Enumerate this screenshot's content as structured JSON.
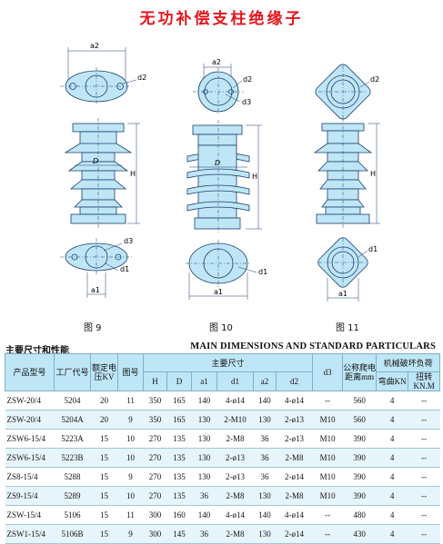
{
  "title": "无功补偿支柱绝缘子",
  "figure_labels": [
    "图 9",
    "图 10",
    "图 11"
  ],
  "dims": {
    "a2": "a2",
    "d2": "d2",
    "d3": "d3",
    "D": "D",
    "H": "H",
    "d1": "d1",
    "a1": "a1"
  },
  "section": {
    "cn": "主要尺寸和性能",
    "en": "MAIN DIMENSIONS AND STANDARD PARTICULARS"
  },
  "table": {
    "h_model": "产品型号",
    "h_code": "工厂代号",
    "h_voltage": "额定电压KV",
    "h_fig": "图号",
    "h_main": "主要尺寸",
    "h_creep": "公称爬电距离mm",
    "h_load": "机械破坏负荷",
    "sub": [
      "H",
      "D",
      "a1",
      "d1",
      "a2",
      "d2",
      "d3"
    ],
    "h_bend": "弯曲KN",
    "h_twist": "扭转KN.M",
    "rows": [
      [
        "ZSW-20/4",
        "5204",
        "20",
        "11",
        "350",
        "165",
        "140",
        "4-ø14",
        "140",
        "4-ø14",
        "--",
        "560",
        "4",
        "--"
      ],
      [
        "ZSW-20/4",
        "5204A",
        "20",
        "9",
        "350",
        "165",
        "130",
        "2-M10",
        "130",
        "2-ø13",
        "M10",
        "560",
        "4",
        "--"
      ],
      [
        "ZSW6-15/4",
        "5223A",
        "15",
        "10",
        "270",
        "135",
        "130",
        "2-M8",
        "36",
        "2-ø13",
        "M10",
        "390",
        "4",
        "--"
      ],
      [
        "ZSW6-15/4",
        "5223B",
        "15",
        "10",
        "270",
        "135",
        "130",
        "2-ø13",
        "36",
        "2-M8",
        "M10",
        "390",
        "4",
        "--"
      ],
      [
        "ZS8-15/4",
        "5288",
        "15",
        "9",
        "270",
        "135",
        "130",
        "2-ø13",
        "36",
        "2-ø14",
        "M10",
        "390",
        "4",
        "--"
      ],
      [
        "ZS9-15/4",
        "5289",
        "15",
        "10",
        "270",
        "135",
        "36",
        "2-M8",
        "130",
        "2-M8",
        "M10",
        "390",
        "4",
        "--"
      ],
      [
        "ZSW-15/4",
        "5106",
        "15",
        "11",
        "300",
        "160",
        "140",
        "4-ø14",
        "140",
        "4-ø14",
        "--",
        "480",
        "4",
        "--"
      ],
      [
        "ZSW1-15/4",
        "5106B",
        "15",
        "9",
        "300",
        "145",
        "36",
        "2-M8",
        "130",
        "2-ø14",
        "--",
        "430",
        "4",
        "--"
      ]
    ]
  },
  "colors": {
    "title_red": "#e3161e",
    "drawing_blue": "#bfe6f6",
    "line_dark": "#1b3d6e",
    "header_blue": "#bfe6f6",
    "row_alt": "#e6f5fb"
  }
}
